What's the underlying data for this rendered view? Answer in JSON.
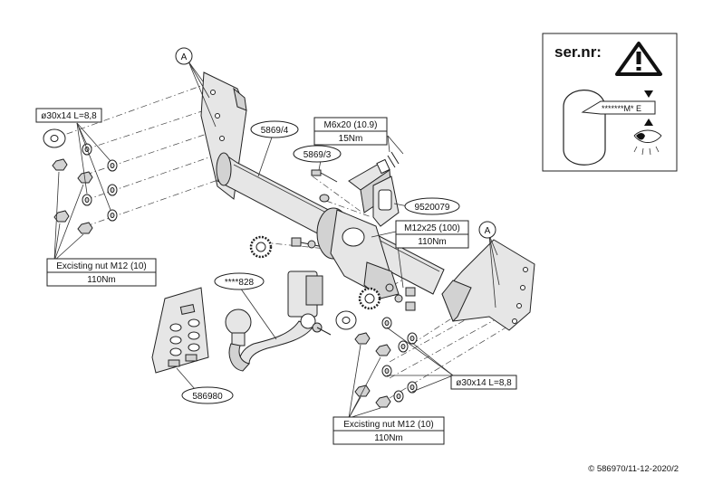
{
  "labels": {
    "ref_a_left": "A",
    "ref_a_right": "A",
    "washer_left": "ø30x14 L=8,8",
    "washer_right": "ø30x14 L=8,8",
    "nut_left_name": "Excisting nut M12 (10)",
    "nut_left_torque": "110Nm",
    "nut_bottom_name": "Excisting nut M12 (10)",
    "nut_bottom_torque": "110Nm",
    "beam_part": "5869/4",
    "bracket_part": "5869/3",
    "bolt_m6": "M6x20 (10.9)",
    "bolt_m6_torque": "15Nm",
    "socket_part": "9520079",
    "bolt_m12": "M12x25 (100)",
    "bolt_m12_torque": "110Nm",
    "ball_part": "****828",
    "kit_part": "586980",
    "ser_title": "ser.nr:",
    "ser_plate_text": "*******M* E",
    "copyright": "© 586970/11-12-2020/2"
  },
  "icons": [
    "warning-triangle-icon",
    "eye-icon",
    "arrow-down-icon",
    "arrow-up-icon"
  ]
}
